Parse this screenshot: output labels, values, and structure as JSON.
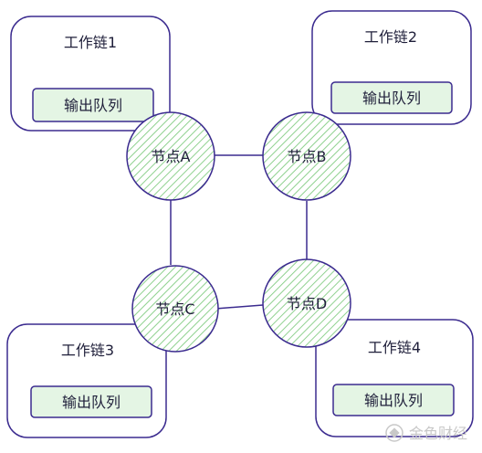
{
  "colors": {
    "stroke": "#3b2b8f",
    "queue_fill": "#e4f5e4",
    "hatch": "#8fd18f",
    "text": "#1f1f3a",
    "watermark": "#c8c8c8"
  },
  "chains": [
    {
      "title": "工作链1",
      "queue_label": "输出队列"
    },
    {
      "title": "工作链2",
      "queue_label": "输出队列"
    },
    {
      "title": "工作链3",
      "queue_label": "输出队列"
    },
    {
      "title": "工作链4",
      "queue_label": "输出队列"
    }
  ],
  "nodes": [
    {
      "label": "节点A"
    },
    {
      "label": "节点B"
    },
    {
      "label": "节点C"
    },
    {
      "label": "节点D"
    }
  ],
  "edges": [
    [
      "节点A",
      "节点B"
    ],
    [
      "节点A",
      "节点C"
    ],
    [
      "节点B",
      "节点D"
    ],
    [
      "节点C",
      "节点D"
    ]
  ],
  "watermark": {
    "text": "金色财经",
    "icon": "golden-logo-icon"
  }
}
